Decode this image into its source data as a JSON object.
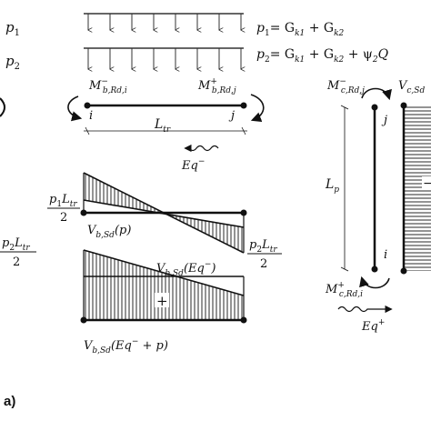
{
  "loads": {
    "p1": {
      "symbol": "p",
      "sub": "1",
      "eq_lhs": "p",
      "eq_lhs_sub": "1",
      "eq_rhs": "= G",
      "g1_sub": "k1",
      "plus": " + G",
      "g2_sub": "k2"
    },
    "p2": {
      "symbol": "p",
      "sub": "2",
      "eq_lhs": "p",
      "eq_lhs_sub": "2",
      "eq_rhs": "= G",
      "g1_sub": "k1",
      "plus": " + G",
      "g2_sub": "k2",
      "psi": " + ψ",
      "psi_sub": "2",
      "q": "Q"
    }
  },
  "beam": {
    "moment_left": {
      "base": "M",
      "sup": "−",
      "sub": "b,Rd,i"
    },
    "moment_right": {
      "base": "M",
      "sup": "+",
      "sub": "b,Rd,j"
    },
    "node_left": "i",
    "node_right": "j",
    "length": {
      "base": "L",
      "sub": "tr"
    },
    "seismic": {
      "base": "Eq",
      "sup": "−"
    }
  },
  "shear": {
    "left_p1": {
      "num_base": "p",
      "num_sub": "1",
      "num_tail": "L",
      "num_tail_sub": "tr",
      "den": "2"
    },
    "left_p2": {
      "num_base": "p",
      "num_sub": "2",
      "num_tail": "L",
      "num_tail_sub": "tr",
      "den": "2"
    },
    "right_p2": {
      "num_base": "p",
      "num_sub": "2",
      "num_tail": "L",
      "num_tail_sub": "tr",
      "den": "2"
    },
    "v_p": {
      "base": "V",
      "sub": "b,Sd",
      "tail": "(p)"
    },
    "v_eq": {
      "base": "V",
      "sub": "b,Sd",
      "tail": "(Eq",
      "tail_sup": "−",
      "tail_end": ")"
    },
    "v_total": {
      "base": "V",
      "sub": "b,Sd",
      "tail": "(Eq",
      "tail_sup": "−",
      "tail_end": " + p)"
    },
    "sign_plus": "+"
  },
  "column": {
    "moment_top": {
      "base": "M",
      "sup": "−",
      "sub": "c,Rd,j"
    },
    "moment_bottom": {
      "base": "M",
      "sup": "+",
      "sub": "c,Rd,i"
    },
    "shear_label": {
      "base": "V",
      "sub": "c,Sd"
    },
    "node_top": "j",
    "node_bottom": "i",
    "length": {
      "base": "L",
      "sub": "p"
    },
    "seismic": {
      "base": "Eq",
      "sup": "+"
    },
    "sign_minus": "−"
  },
  "panel_label": "a)"
}
